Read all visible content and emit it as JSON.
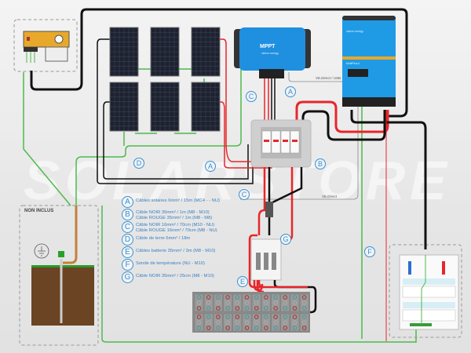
{
  "watermark": "SOLARSTORE",
  "mppt": {
    "title": "MPPT",
    "brand": "victron energy"
  },
  "inverter": {
    "brand": "victron energy",
    "model": "MultiPlus-II"
  },
  "labels": {
    "vedirect_usb": "VE.Direct / USB",
    "vedirect": "VE.Direct",
    "non_inclus": "NON INCLUS"
  },
  "tags": [
    "A",
    "A",
    "B",
    "C",
    "C",
    "D",
    "E",
    "F",
    "G"
  ],
  "legend": [
    {
      "id": "A",
      "lines": [
        "Câbles solaires 6mm² / 15m (MC4 - - NU)"
      ]
    },
    {
      "id": "B",
      "lines": [
        "Câble NOIR 35mm² / 1m (M8 - M10)",
        "Câble ROUGE 35mm² / 1m (M8 - M8)"
      ]
    },
    {
      "id": "C",
      "lines": [
        "Câble NOIR 16mm² / 70cm (M10 - NU)",
        "Câble ROUGE 16mm² / 70cm (M8 - NU)"
      ]
    },
    {
      "id": "D",
      "lines": [
        "Câble de terre 6mm² / 18m"
      ]
    },
    {
      "id": "E",
      "lines": [
        "Câbles batterie 35mm² / 3m (M8 - M10)"
      ]
    },
    {
      "id": "F",
      "lines": [
        "Sonde de température (NU - M10)"
      ]
    },
    {
      "id": "G",
      "lines": [
        "Câble NOIR 35mm² / 25cm (M8 - M10)"
      ]
    }
  ],
  "colors": {
    "wire_black": "#111111",
    "wire_red": "#e8262a",
    "wire_green": "#4cba4c",
    "accent_blue": "#3a8fd0",
    "victron_blue": "#1f8fe0",
    "generator": "#e8a82a",
    "soil": "#6b4423"
  }
}
